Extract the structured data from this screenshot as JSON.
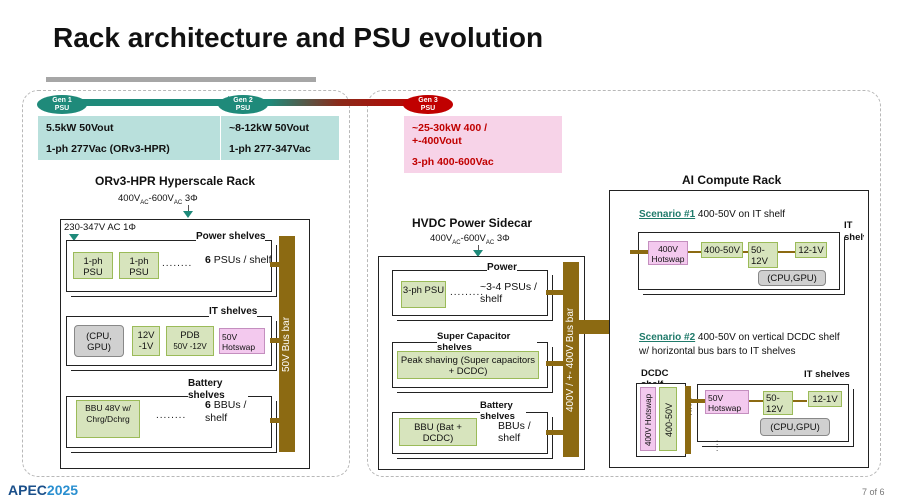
{
  "title": "Rack architecture and PSU evolution",
  "gens": [
    {
      "line1": "Gen 1",
      "line2": "PSU",
      "color": "#1f8a7a"
    },
    {
      "line1": "Gen 2",
      "line2": "PSU",
      "color": "#1f8a7a"
    },
    {
      "line1": "Gen 3",
      "line2": "PSU",
      "color": "#c00000"
    }
  ],
  "spec1": {
    "power": "5.5kW 50Vout",
    "input": "1-ph 277Vac  (ORv3-HPR)"
  },
  "spec2": {
    "power": "~8-12kW 50Vout",
    "input": "1-ph 277-347Vac"
  },
  "spec3": {
    "power": "~25-30kW 400 / +-400Vout",
    "input": "3-ph 400-600Vac"
  },
  "left": {
    "title": "ORv3-HPR Hyperscale Rack",
    "feed_a": "400V",
    "feed_ac1": "AC",
    "feed_b": "-600V",
    "feed_ac2": "AC",
    "feed_c": " 3Φ",
    "ac_in": "230-347V AC 1Φ",
    "power_shelves": "Power shelves",
    "psu1": "1-ph PSU",
    "psu2": "1-ph PSU",
    "dots": "........",
    "psu_count_num": "6",
    "psu_count_text": " PSUs / shelf",
    "it_shelves": "IT shelves",
    "cpu_gpu": "(CPU, GPU)",
    "v12": "12V -1V",
    "pdb": "PDB",
    "pdb_sub": "50V -12V",
    "hotswap": "50V Hotswap",
    "battery_shelves": "Battery shelves",
    "bbu": "BBU 48V w/ Chrg/Dchrg",
    "bbu_count_num": "6",
    "bbu_count_text": " BBUs / shelf",
    "bus_label": "50V Bus bar"
  },
  "mid": {
    "title": "HVDC Power Sidecar",
    "feed_a": "400V",
    "feed_ac1": "AC",
    "feed_b": "-600V",
    "feed_ac2": "AC",
    "feed_c": " 3Φ",
    "power": "Power",
    "psu": "3-ph PSU",
    "dots": ".........",
    "psu_count": "~3-4 PSUs / shelf",
    "supercap": "Super Capacitor shelves",
    "peak": "Peak shaving (Super capacitors + DCDC)",
    "battery": "Battery shelves",
    "bbu": "BBU (Bat + DCDC)",
    "bbu_count": "BBUs / shelf",
    "bus_label": "400V  / +- 400V Bus bar"
  },
  "right": {
    "title": "AI Compute Rack",
    "s1_link": "Scenario #1",
    "s1_text": " 400-50V on IT shelf",
    "it_shelves": "IT shelves",
    "hotswap400": "400V Hotswap",
    "c400_50": "400-50V",
    "c50_12": "50-12V",
    "c12_1": "12-1V",
    "cpu_gpu": "(CPU,GPU)",
    "s2_link": "Scenario #2",
    "s2_text": " 400-50V on vertical DCDC shelf",
    "s2_text2": "w/ horizontal bus bars to IT shelves",
    "dcdc": "DCDC shelf",
    "it_shelves2": "IT shelves",
    "hotswap400v": "400V Hotswap",
    "c400_50v": "400-50V",
    "hotswap50": "50V Hotswap",
    "c50_12b": "50-12V",
    "c12_1b": "12-1V",
    "cpu_gpu2": "(CPU,GPU)"
  },
  "footer": {
    "logo_a": "APEC",
    "logo_b": "2025",
    "page": "7 of 6"
  }
}
